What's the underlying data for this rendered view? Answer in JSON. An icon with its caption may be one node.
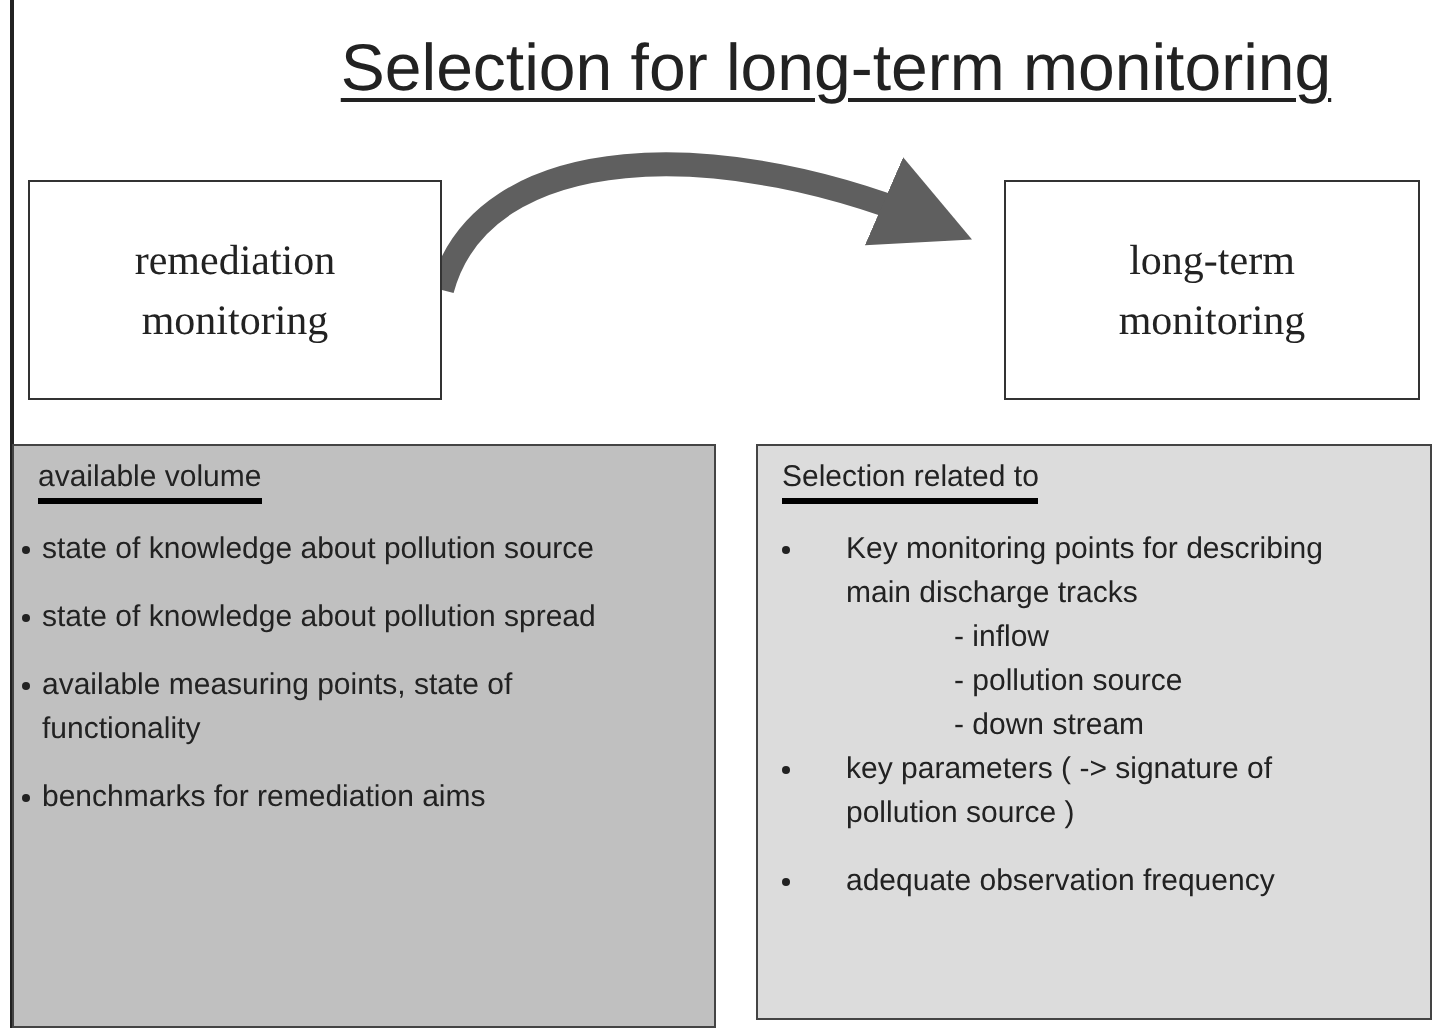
{
  "diagram": {
    "title": "Selection for long-term monitoring",
    "nodes": [
      {
        "text": [
          "remediation monitoring"
        ]
      },
      {
        "text": [
          "long-term monitoring"
        ]
      },
      {
        "text": [
          "available volume",
          "state of knowledge about pollution source",
          "state of knowledge about pollution spread",
          "available measuring points, state of functionality",
          "benchmarks for remediation aims"
        ]
      },
      {
        "text": [
          "Selection related to",
          "Key monitoring points for describing main discharge tracks",
          "- inflow",
          "- pollution source",
          "- down stream",
          "key parameters ( -> signature of pollution source )",
          "adequate observation frequency"
        ]
      }
    ],
    "edges": [
      {
        "from": 0,
        "to": 1,
        "arrow": "to"
      }
    ]
  }
}
